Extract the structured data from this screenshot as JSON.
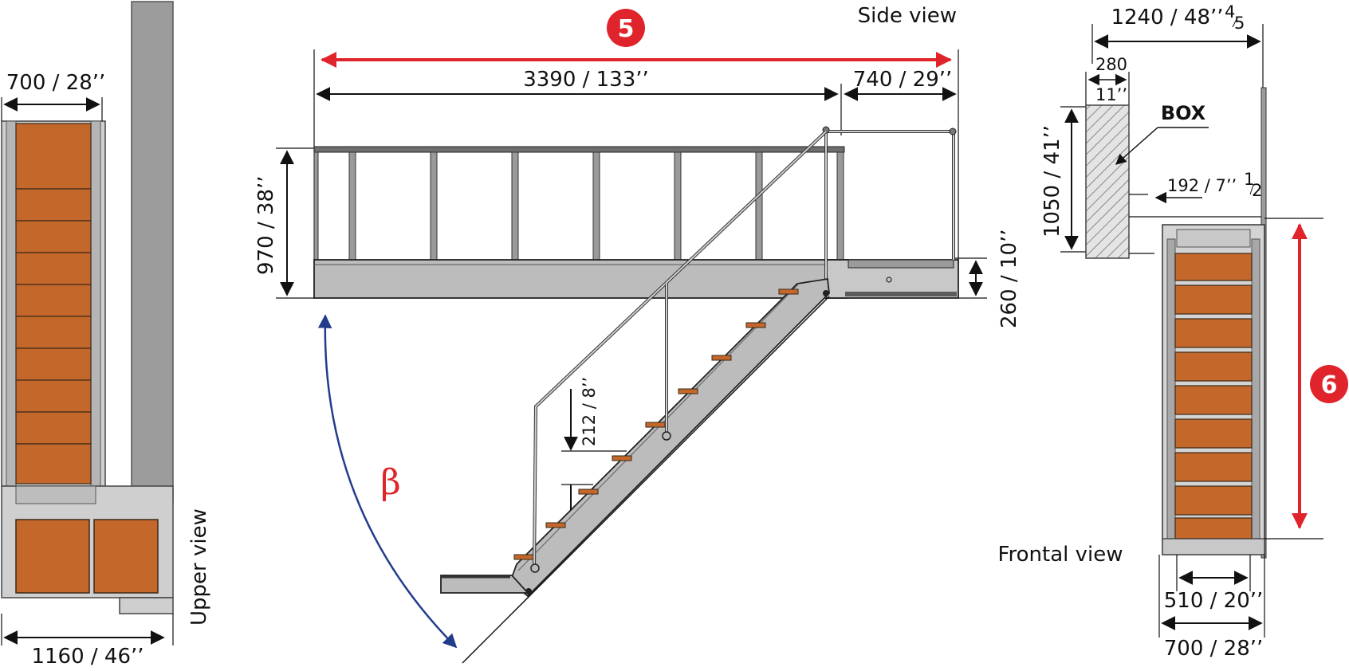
{
  "colors": {
    "line": "#1a1a1a",
    "steel": "#bcbcbc",
    "steel_dark": "#8e8e8e",
    "wood": "#c4672a",
    "wall": "#9c9c9c",
    "accent_red": "#e0242b",
    "accent_blue": "#233d8c"
  },
  "side_view": {
    "title": "Side view",
    "dim_total": "3390 / 133’’",
    "dim_platform": "740 / 29’’",
    "dim_height": "970 / 38’’",
    "dim_platform_thickness": "260 / 10’’",
    "dim_step": "212 / 8’’",
    "angle_symbol": "β"
  },
  "upper_view": {
    "title": "Upper view",
    "dim_top": "700 / 28’’",
    "dim_bottom": "1160 / 46’’"
  },
  "frontal_view": {
    "title": "Frontal view",
    "dim_top": "1240 / 48’’",
    "dim_top_frac_num": "4",
    "dim_top_frac_den": "5",
    "dim_box_width_mm": "280",
    "dim_box_width_in": "11’’",
    "box_label": "BOX",
    "dim_box_height": "1050 / 41’’",
    "dim_gap": "192 / 7’’",
    "dim_gap_frac_num": "1",
    "dim_gap_frac_den": "2",
    "dim_inner": "510 / 20’’",
    "dim_outer": "700 / 28’’"
  },
  "badges": {
    "length": "5",
    "height": "6"
  }
}
